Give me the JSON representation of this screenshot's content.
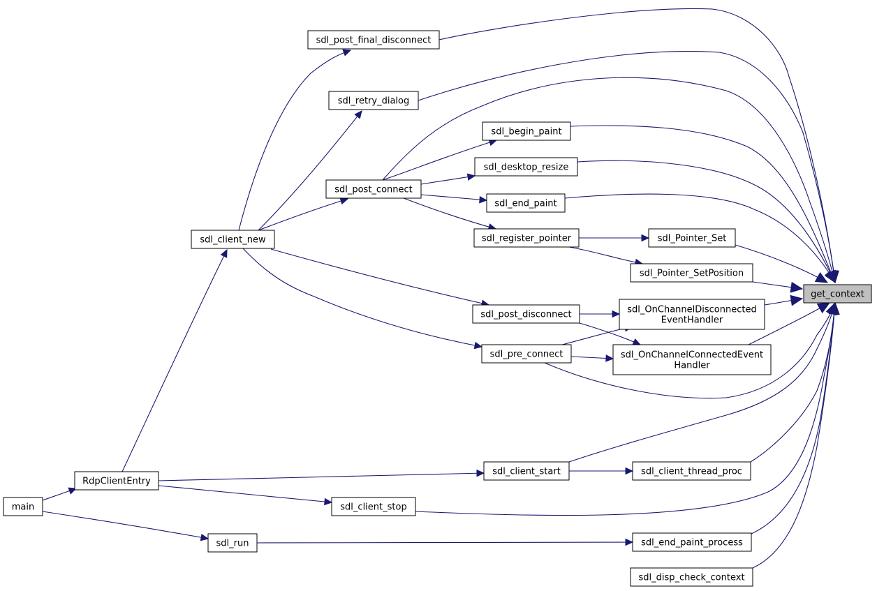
{
  "graph": {
    "nodes": [
      {
        "id": "get_context",
        "lines": [
          "get_context"
        ],
        "focus": true
      },
      {
        "id": "sdl_post_final_disconnect",
        "lines": [
          "sdl_post_final_disconnect"
        ]
      },
      {
        "id": "sdl_retry_dialog",
        "lines": [
          "sdl_retry_dialog"
        ]
      },
      {
        "id": "sdl_begin_paint",
        "lines": [
          "sdl_begin_paint"
        ]
      },
      {
        "id": "sdl_desktop_resize",
        "lines": [
          "sdl_desktop_resize"
        ]
      },
      {
        "id": "sdl_post_connect",
        "lines": [
          "sdl_post_connect"
        ]
      },
      {
        "id": "sdl_end_paint",
        "lines": [
          "sdl_end_paint"
        ]
      },
      {
        "id": "sdl_client_new",
        "lines": [
          "sdl_client_new"
        ]
      },
      {
        "id": "sdl_register_pointer",
        "lines": [
          "sdl_register_pointer"
        ]
      },
      {
        "id": "sdl_Pointer_Set",
        "lines": [
          "sdl_Pointer_Set"
        ]
      },
      {
        "id": "sdl_Pointer_SetPosition",
        "lines": [
          "sdl_Pointer_SetPosition"
        ]
      },
      {
        "id": "sdl_OnChannelDisconnectedEventHandler",
        "lines": [
          "sdl_OnChannelDisconnected",
          "EventHandler"
        ]
      },
      {
        "id": "sdl_post_disconnect",
        "lines": [
          "sdl_post_disconnect"
        ]
      },
      {
        "id": "sdl_OnChannelConnectedEventHandler",
        "lines": [
          "sdl_OnChannelConnectedEvent",
          "Handler"
        ]
      },
      {
        "id": "sdl_pre_connect",
        "lines": [
          "sdl_pre_connect"
        ]
      },
      {
        "id": "RdpClientEntry",
        "lines": [
          "RdpClientEntry"
        ]
      },
      {
        "id": "sdl_client_start",
        "lines": [
          "sdl_client_start"
        ]
      },
      {
        "id": "sdl_client_thread_proc",
        "lines": [
          "sdl_client_thread_proc"
        ]
      },
      {
        "id": "main",
        "lines": [
          "main"
        ]
      },
      {
        "id": "sdl_client_stop",
        "lines": [
          "sdl_client_stop"
        ]
      },
      {
        "id": "sdl_run",
        "lines": [
          "sdl_run"
        ]
      },
      {
        "id": "sdl_end_paint_process",
        "lines": [
          "sdl_end_paint_process"
        ]
      },
      {
        "id": "sdl_disp_check_context",
        "lines": [
          "sdl_disp_check_context"
        ]
      }
    ],
    "edges": [
      {
        "from": "sdl_post_final_disconnect",
        "to": "get_context"
      },
      {
        "from": "sdl_retry_dialog",
        "to": "get_context"
      },
      {
        "from": "sdl_post_connect",
        "to": "get_context"
      },
      {
        "from": "sdl_begin_paint",
        "to": "get_context"
      },
      {
        "from": "sdl_desktop_resize",
        "to": "get_context"
      },
      {
        "from": "sdl_end_paint",
        "to": "get_context"
      },
      {
        "from": "sdl_Pointer_Set",
        "to": "get_context"
      },
      {
        "from": "sdl_Pointer_SetPosition",
        "to": "get_context"
      },
      {
        "from": "sdl_OnChannelDisconnectedEventHandler",
        "to": "get_context"
      },
      {
        "from": "sdl_OnChannelConnectedEventHandler",
        "to": "get_context"
      },
      {
        "from": "sdl_pre_connect",
        "to": "get_context"
      },
      {
        "from": "sdl_client_start",
        "to": "get_context"
      },
      {
        "from": "sdl_client_thread_proc",
        "to": "get_context"
      },
      {
        "from": "sdl_client_stop",
        "to": "get_context"
      },
      {
        "from": "sdl_end_paint_process",
        "to": "get_context"
      },
      {
        "from": "sdl_disp_check_context",
        "to": "get_context"
      },
      {
        "from": "sdl_client_new",
        "to": "sdl_post_final_disconnect"
      },
      {
        "from": "sdl_client_new",
        "to": "sdl_retry_dialog"
      },
      {
        "from": "sdl_client_new",
        "to": "sdl_post_connect"
      },
      {
        "from": "sdl_client_new",
        "to": "sdl_post_disconnect"
      },
      {
        "from": "sdl_client_new",
        "to": "sdl_pre_connect"
      },
      {
        "from": "sdl_post_connect",
        "to": "sdl_begin_paint"
      },
      {
        "from": "sdl_post_connect",
        "to": "sdl_desktop_resize"
      },
      {
        "from": "sdl_post_connect",
        "to": "sdl_end_paint"
      },
      {
        "from": "sdl_post_connect",
        "to": "sdl_register_pointer"
      },
      {
        "from": "sdl_register_pointer",
        "to": "sdl_Pointer_Set"
      },
      {
        "from": "sdl_register_pointer",
        "to": "sdl_Pointer_SetPosition"
      },
      {
        "from": "sdl_post_disconnect",
        "to": "sdl_OnChannelDisconnectedEventHandler"
      },
      {
        "from": "sdl_post_disconnect",
        "to": "sdl_OnChannelConnectedEventHandler"
      },
      {
        "from": "sdl_pre_connect",
        "to": "sdl_OnChannelDisconnectedEventHandler"
      },
      {
        "from": "sdl_pre_connect",
        "to": "sdl_OnChannelConnectedEventHandler"
      },
      {
        "from": "RdpClientEntry",
        "to": "sdl_client_new"
      },
      {
        "from": "RdpClientEntry",
        "to": "sdl_client_start"
      },
      {
        "from": "RdpClientEntry",
        "to": "sdl_client_stop"
      },
      {
        "from": "sdl_client_start",
        "to": "sdl_client_thread_proc"
      },
      {
        "from": "main",
        "to": "RdpClientEntry"
      },
      {
        "from": "main",
        "to": "sdl_run"
      },
      {
        "from": "sdl_run",
        "to": "sdl_end_paint_process"
      }
    ]
  }
}
